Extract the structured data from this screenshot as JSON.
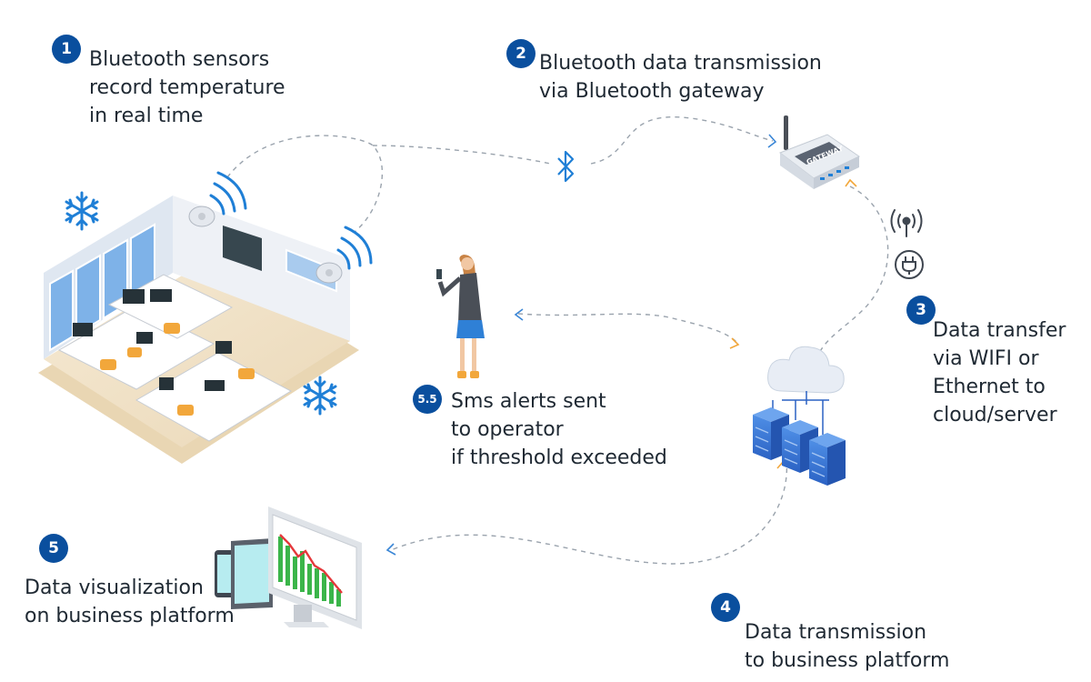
{
  "steps": [
    {
      "id": "1",
      "lines": [
        "Bluetooth sensors",
        "record temperature",
        "in real time"
      ]
    },
    {
      "id": "2",
      "lines": [
        "Bluetooth data transmission",
        "via Bluetooth gateway"
      ]
    },
    {
      "id": "3",
      "lines": [
        "Data transfer",
        "via WIFI or",
        "Ethernet to",
        "cloud/server"
      ]
    },
    {
      "id": "4",
      "lines": [
        "Data transmission",
        "to business platform"
      ]
    },
    {
      "id": "5",
      "lines": [
        "Data visualization",
        "on business platform"
      ]
    },
    {
      "id": "5.5",
      "lines": [
        "Sms alerts sent",
        "to operator",
        "if threshold exceeded"
      ]
    }
  ],
  "gateway": {
    "label": "GATEWAY"
  },
  "colors": {
    "badge": "#0a4f9e",
    "accent": "#1f7fd6",
    "arrow": "#3a86d6",
    "arrow_orange": "#f2a73b",
    "chart_green": "#3bb54a",
    "chart_red": "#e5383b"
  },
  "icons": [
    "snowflake-icon",
    "bluetooth-icon",
    "antenna-signal-icon",
    "power-plug-icon",
    "cloud-icon",
    "server-icon"
  ]
}
